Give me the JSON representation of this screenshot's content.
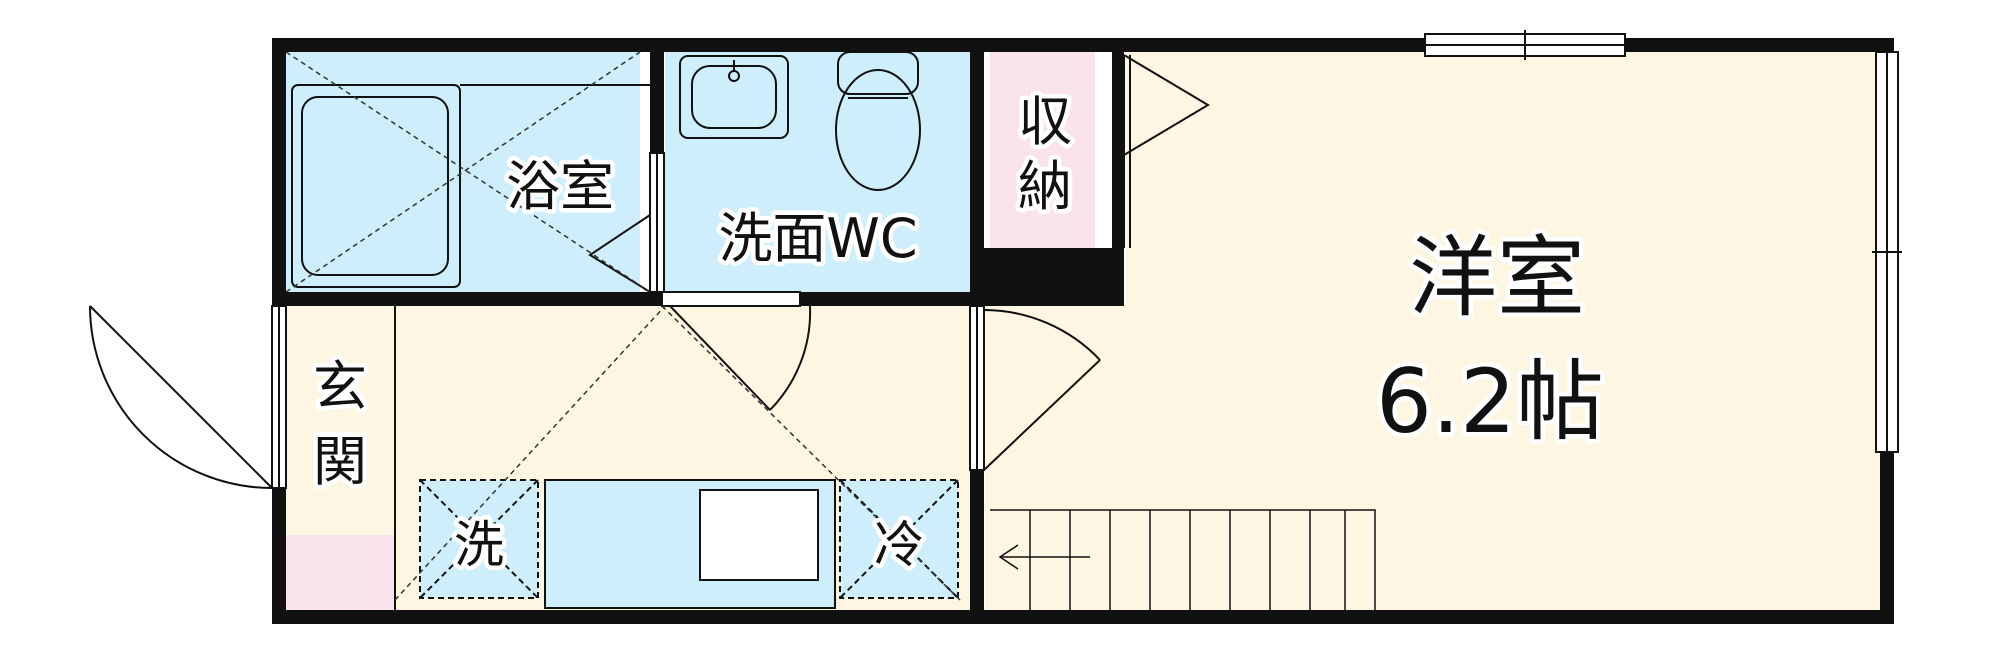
{
  "rooms": {
    "western": {
      "name": "洋室",
      "size": "6.2帖"
    },
    "bath": {
      "name": "浴室"
    },
    "washroom": {
      "name": "洗面WC"
    },
    "storage": {
      "name_chars": [
        "収",
        "納"
      ]
    },
    "entrance": {
      "name_chars": [
        "玄",
        "関"
      ]
    }
  },
  "fixtures": {
    "washing_machine": {
      "label": "洗"
    },
    "refrigerator": {
      "label": "冷"
    }
  },
  "colors": {
    "wall": "#111111",
    "western_floor": "#fdf6e3",
    "wet_area": "#cdeefa",
    "storage": "#fbe3ee",
    "kitchen_floor": "#fdf6e3"
  }
}
